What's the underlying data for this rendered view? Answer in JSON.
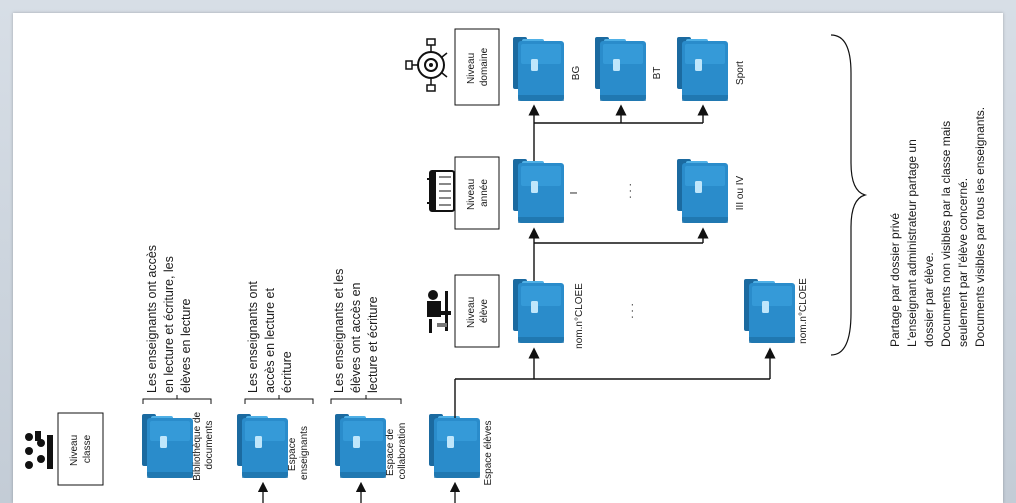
{
  "levels": {
    "classe": [
      "Niveau",
      "classe"
    ],
    "eleve": [
      "Niveau",
      "élève"
    ],
    "annee": [
      "Niveau",
      "année"
    ],
    "domaine": [
      "Niveau",
      "domaine"
    ]
  },
  "folders": {
    "bibliotheque": [
      "Bibliothèque de",
      "documents"
    ],
    "enseignants": [
      "Espace",
      "enseignants"
    ],
    "collaboration": [
      "Espace de",
      "collaboration"
    ],
    "eleves": "Espace  élèves",
    "eleve_first": "nom.n°CLOEE",
    "eleve_last": "nom.n°CLOEE",
    "annee_first": "I",
    "annee_last": "III ou IV",
    "domaine_bg": "BG",
    "domaine_bt": "BT",
    "domaine_sport": "Sport"
  },
  "ellipsis": {
    "eleves": ". . .",
    "annees": ". . ."
  },
  "annotations": {
    "bibliotheque": [
      "Les enseignants ont accès",
      "en lecture et écriture, les",
      "élèves en lecture"
    ],
    "enseignants": [
      "Les enseignants ont",
      "accès en lecture et",
      "écriture"
    ],
    "collaboration": [
      "Les enseignants et les",
      "élèves ont accès en",
      "lecture et écriture"
    ]
  },
  "note": [
    "Partage par dossier privé",
    "L'enseignant administrateur partage un",
    "dossier par élève.",
    "Documents non visibles par la classe mais",
    "seulement par l'élève concerné.",
    "Documents visibles par tous les enseignants."
  ],
  "colors": {
    "folder_main": "#2a8ccb",
    "folder_dark": "#1b6aa0",
    "folder_light": "#4fb0e6",
    "line": "#111111"
  }
}
